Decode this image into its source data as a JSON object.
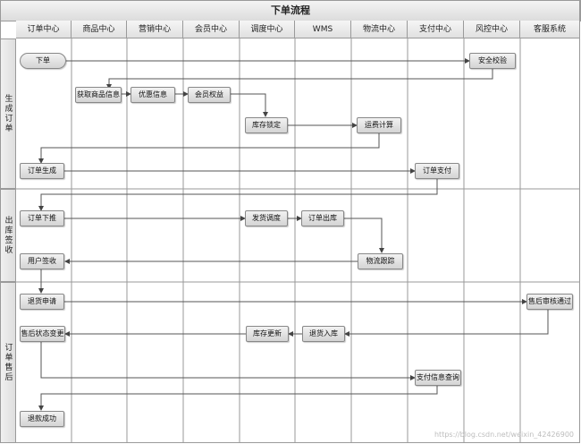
{
  "title": "下单流程",
  "columns": [
    "订单中心",
    "商品中心",
    "营销中心",
    "会员中心",
    "调度中心",
    "WMS",
    "物流中心",
    "支付中心",
    "风控中心",
    "客服系统"
  ],
  "phases": [
    "生成订单",
    "出库签收",
    "订单售后"
  ],
  "nodes": {
    "n_xiadan": "下单",
    "n_anquan": "安全校验",
    "n_huoqu": "获取商品信息",
    "n_youhui": "优惠信息",
    "n_huiyuan": "会员权益",
    "n_kucun": "库存锁定",
    "n_yunfei": "运费计算",
    "n_dingdan": "订单生成",
    "n_zhifu": "订单支付",
    "n_xiatui": "订单下推",
    "n_fahuo": "发货调度",
    "n_chuku": "订单出库",
    "n_wuliu": "物流跟踪",
    "n_qianshou": "用户签收",
    "n_tuihuo": "退货申请",
    "n_shenhe": "售后审核通过",
    "n_zhuangtai": "售后状态变更",
    "n_gengxin": "库存更新",
    "n_ruku": "退货入库",
    "n_chaxun": "支付信息查询",
    "n_tuikuan": "退款成功"
  },
  "watermark": "https://blog.csdn.net/weixin_42426900"
}
